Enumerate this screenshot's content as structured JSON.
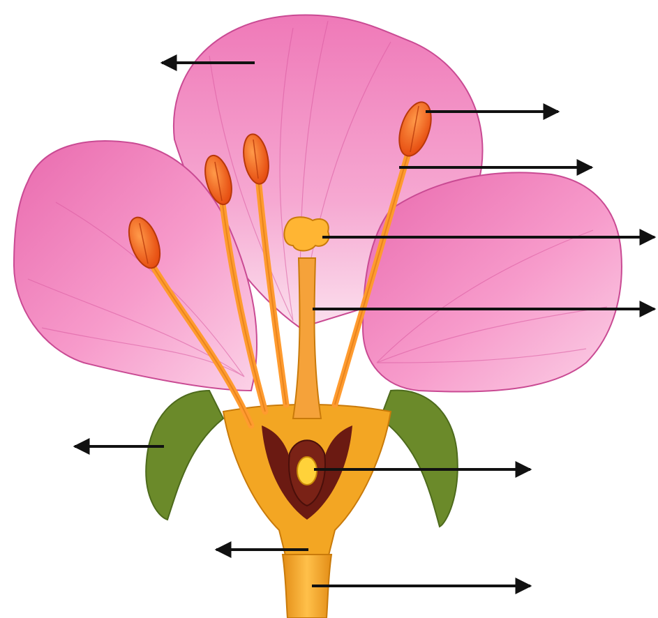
{
  "diagram": {
    "background": "#ffffff",
    "colors": {
      "petal": "#f27fbd",
      "petal_dark": "#e0559f",
      "petal_light": "#f9c3df",
      "anther": "#ff6a1a",
      "anther_dark": "#d9480f",
      "filament": "#ff9b2f",
      "stigma": "#ffb533",
      "style": "#f5a23a",
      "receptacle": "#f3a623",
      "ovary_dark": "#6b1a12",
      "ovule": "#ffd23a",
      "sepal": "#6b8a2a",
      "sepal_dark": "#4d6a1c",
      "arrow": "#111111"
    },
    "arrows": [
      {
        "part": "petal",
        "direction": "left"
      },
      {
        "part": "anther",
        "direction": "right"
      },
      {
        "part": "filament",
        "direction": "right"
      },
      {
        "part": "stigma",
        "direction": "right"
      },
      {
        "part": "style",
        "direction": "right"
      },
      {
        "part": "sepal",
        "direction": "left"
      },
      {
        "part": "ovule",
        "direction": "right"
      },
      {
        "part": "receptacle",
        "direction": "left"
      },
      {
        "part": "pedicel",
        "direction": "right"
      }
    ]
  }
}
